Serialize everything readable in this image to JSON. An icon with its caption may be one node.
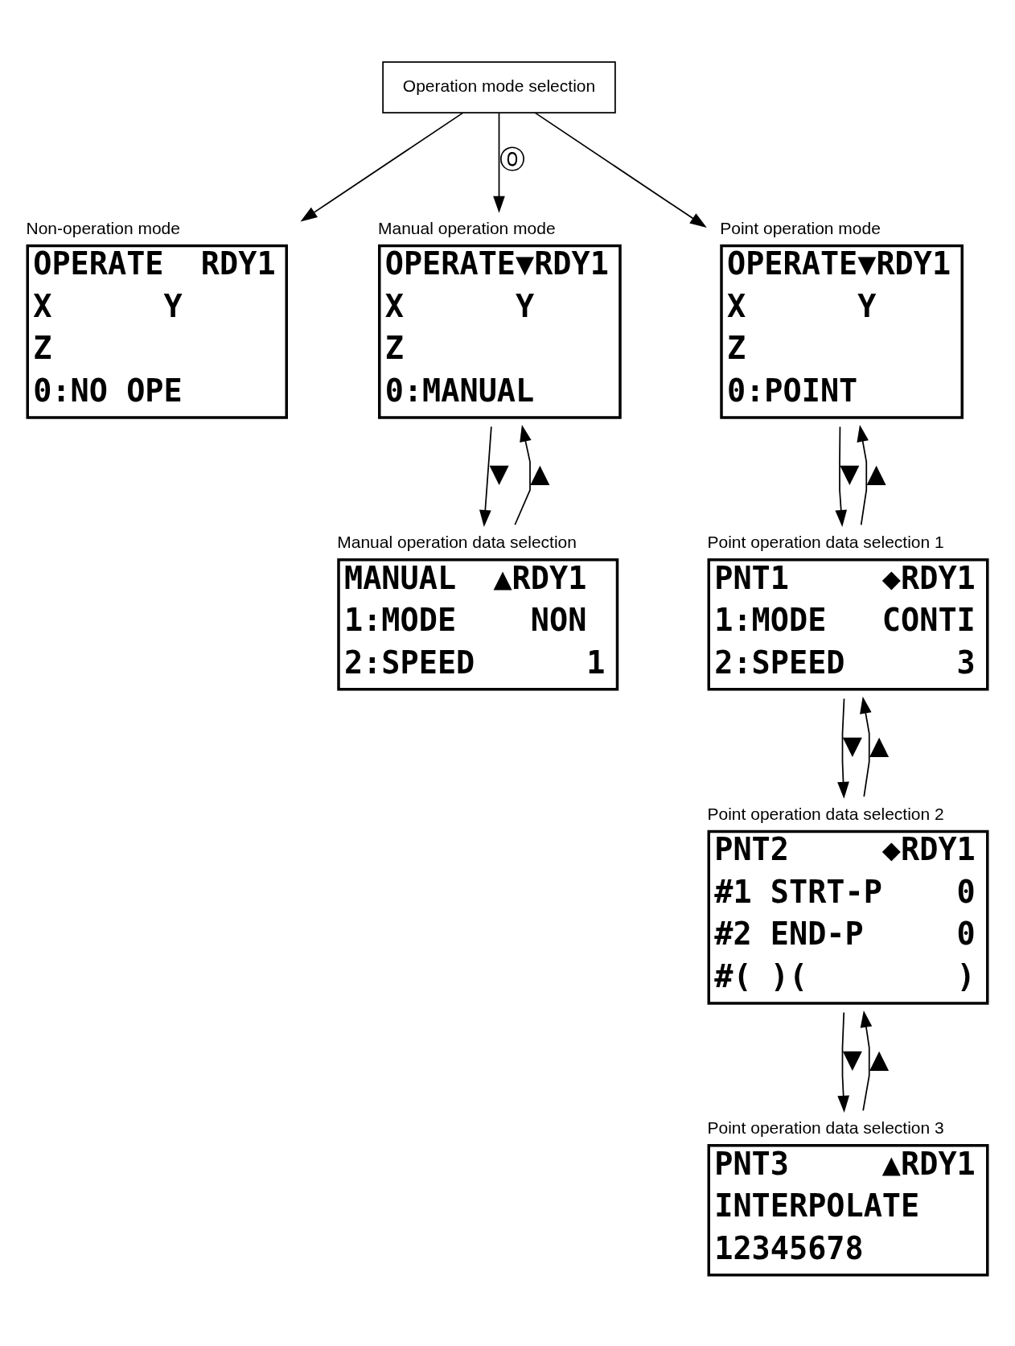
{
  "diagram": {
    "nodes": [
      {
        "text": [
          "Operation mode selection"
        ]
      },
      {
        "text": [
          "Non-operation mode",
          "OPERATE  RDY1",
          "X      Y",
          "Z",
          "0:NO OPE"
        ]
      },
      {
        "text": [
          "Manual operation mode",
          "OPERATE▼RDY1",
          "X      Y",
          "Z",
          "0:MANUAL"
        ]
      },
      {
        "text": [
          "Manual operation data selection",
          "MANUAL  ▲RDY1",
          "1:MODE    NON",
          "2:SPEED      1"
        ]
      },
      {
        "text": [
          "Point operation mode",
          "OPERATE▼RDY1",
          "X      Y",
          "Z",
          "0:POINT"
        ]
      },
      {
        "text": [
          "Point operation data selection 1",
          "PNT1     ◆RDY1",
          "1:MODE   CONTI",
          "2:SPEED      3"
        ]
      },
      {
        "text": [
          "Point operation data selection 2",
          "PNT2     ◆RDY1",
          "#1 STRT-P    0",
          "#2 END-P     0",
          "#( )(        )"
        ]
      },
      {
        "text": [
          "Point operation data selection 3",
          "PNT3     ▲RDY1",
          "INTERPOLATE",
          "12345678"
        ]
      }
    ],
    "edges": [
      {
        "from": 0,
        "to": 1,
        "arrow": "to"
      },
      {
        "from": 0,
        "to": 2,
        "arrow": "to",
        "label": "⓪"
      },
      {
        "from": 0,
        "to": 4,
        "arrow": "to"
      },
      {
        "from": 3,
        "to": 2,
        "arrow": "to",
        "label": "▲"
      },
      {
        "from": 2,
        "to": 3,
        "arrow": "to",
        "label": "▼"
      },
      {
        "from": 5,
        "to": 4,
        "arrow": "to",
        "label": "▲"
      },
      {
        "from": 4,
        "to": 5,
        "arrow": "to",
        "label": "▼"
      },
      {
        "from": 6,
        "to": 5,
        "arrow": "to",
        "label": "▲"
      },
      {
        "from": 5,
        "to": 6,
        "arrow": "to",
        "label": "▼"
      },
      {
        "from": 7,
        "to": 6,
        "arrow": "to",
        "label": "▲"
      },
      {
        "from": 6,
        "to": 7,
        "arrow": "to",
        "label": "▼"
      }
    ]
  }
}
